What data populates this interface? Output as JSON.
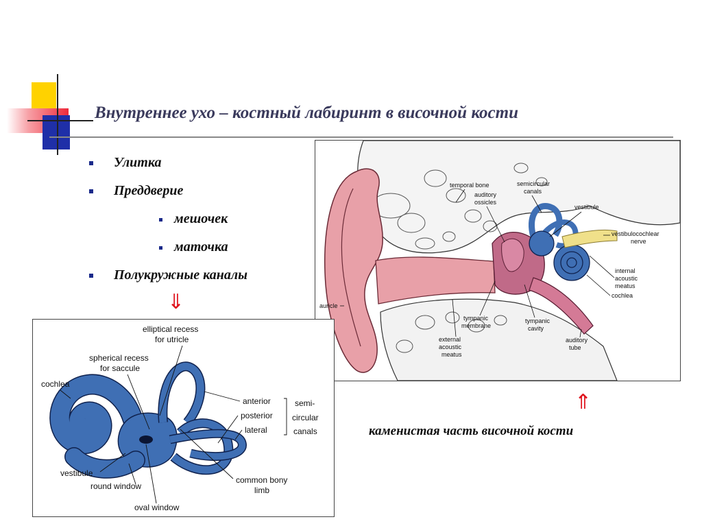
{
  "slide": {
    "title": "Внутреннее ухо – костный лабиринт в височной кости",
    "list": [
      {
        "text": "Улитка",
        "level": 1
      },
      {
        "text": "Преддверие",
        "level": 1
      },
      {
        "text": "мешочек",
        "level": 2
      },
      {
        "text": "маточка",
        "level": 2
      },
      {
        "text": "Полукружные каналы",
        "level": 1
      }
    ],
    "caption": "каменистая часть височной кости",
    "arrow_down": "⇓",
    "arrow_up": "⇑"
  },
  "colors": {
    "accent_yellow": "#ffd200",
    "accent_red": "#ee2a3b",
    "accent_blue": "#1f2fa8",
    "labyrinth_blue": "#3f6fb4",
    "auricle_pink": "#e8a0a8"
  },
  "ear_diagram": {
    "labels": {
      "temporal_bone": "temporal bone",
      "semicircular_1": "semicircular",
      "semicircular_2": "canals",
      "auditory_ossicles_1": "auditory",
      "auditory_ossicles_2": "ossicles",
      "vestibule": "vestibule",
      "vestibulocochlear_1": "vestibulocochlear",
      "vestibulocochlear_2": "nerve",
      "internal_1": "internal",
      "internal_2": "acoustic",
      "internal_3": "meatus",
      "cochlea": "cochlea",
      "auricle": "auricle",
      "tympanic_membrane_1": "tympanic",
      "tympanic_membrane_2": "membrane",
      "tympanic_cavity_1": "tympanic",
      "tympanic_cavity_2": "cavity",
      "external_1": "external",
      "external_2": "acoustic",
      "external_3": "meatus",
      "auditory_tube_1": "auditory",
      "auditory_tube_2": "tube"
    }
  },
  "labyrinth_diagram": {
    "labels": {
      "elliptical_1": "elliptical recess",
      "elliptical_2": "for utricle",
      "spherical_1": "spherical recess",
      "spherical_2": "for saccule",
      "cochlea": "cochlea",
      "anterior": "anterior",
      "posterior": "posterior",
      "lateral": "lateral",
      "semi_1": "semi-",
      "semi_2": "circular",
      "semi_3": "canals",
      "vestibule": "vestibule",
      "round_window": "round window",
      "common_bony_1": "common bony",
      "common_bony_2": "limb",
      "oval_window": "oval window"
    }
  }
}
